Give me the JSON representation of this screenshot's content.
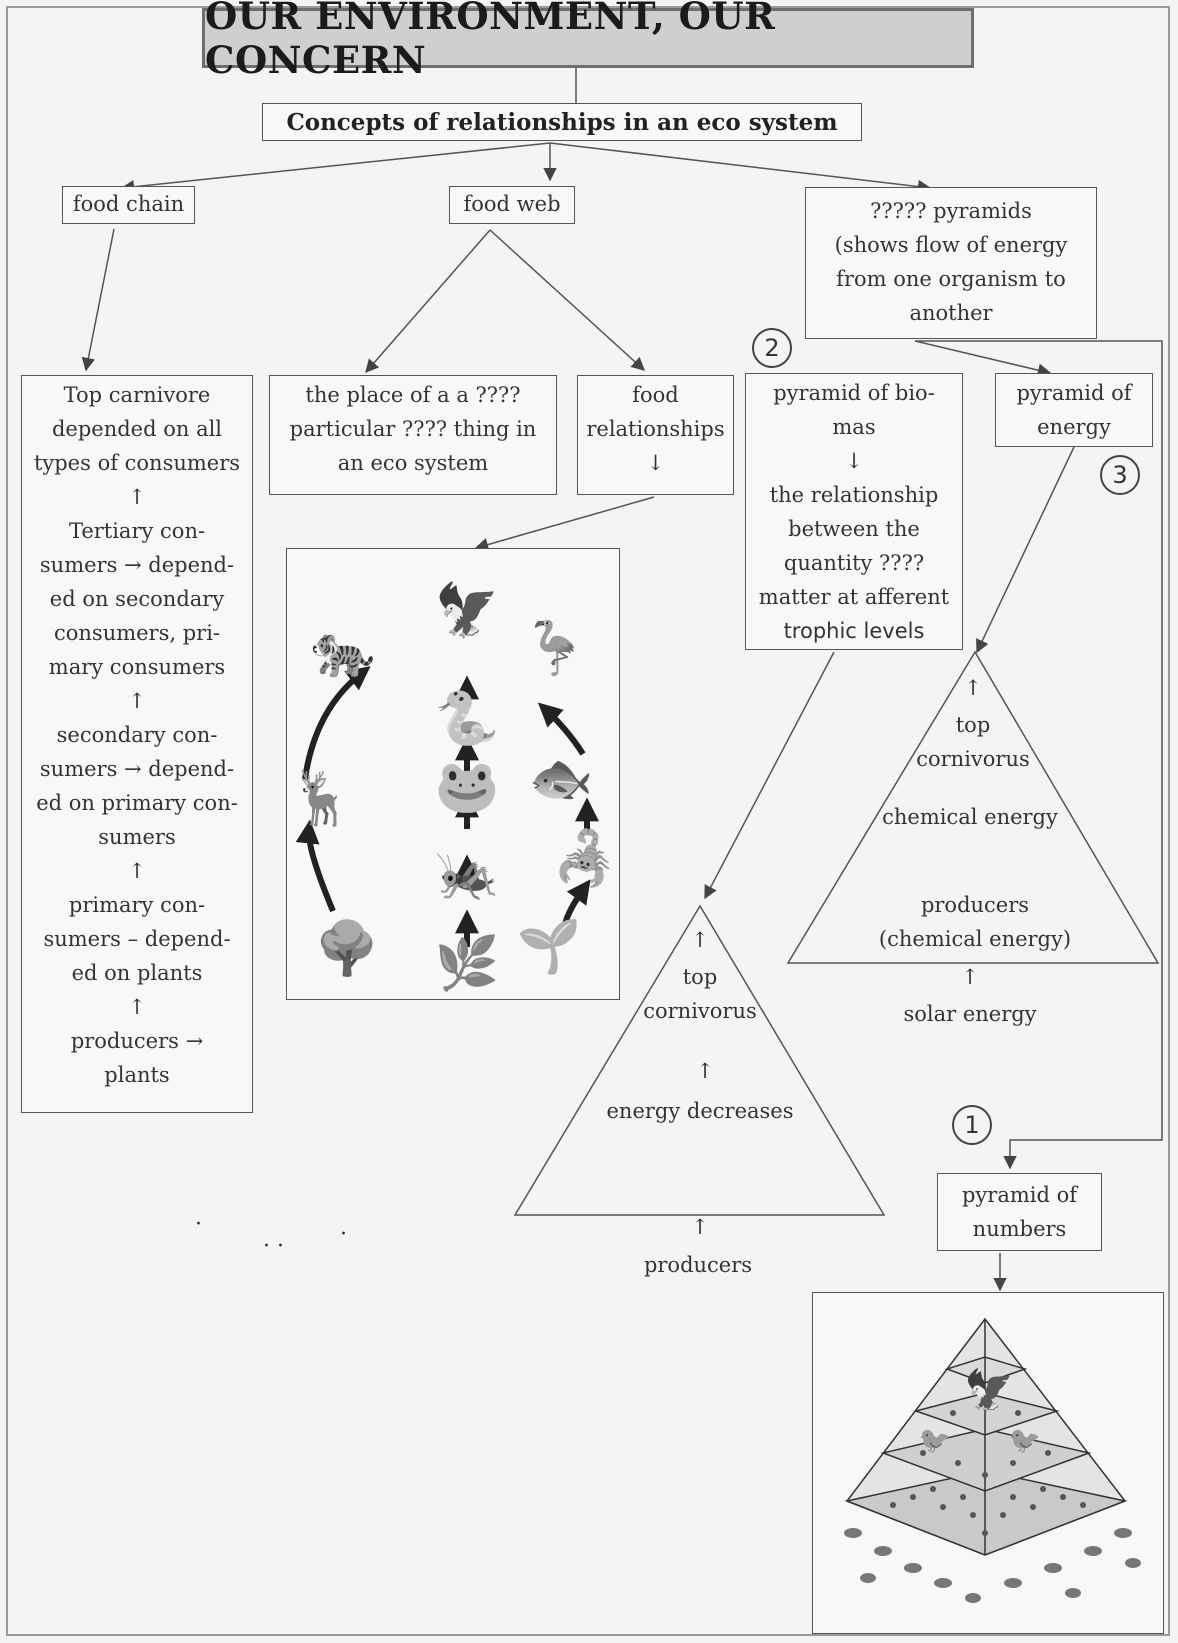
{
  "title": "OUR ENVIRONMENT, OUR CONCERN",
  "subtitle": "Concepts of relationships in an eco system",
  "branches": {
    "food_chain": "food chain",
    "food_web": "food web",
    "pyramids": [
      "????? pyramids",
      "(shows flow of energy",
      "from one organism  to",
      "another"
    ]
  },
  "food_chain_box": [
    "Top carnivore",
    "depended on all",
    "types of consumers",
    "↑",
    "Tertiary con-",
    "sumers → depend-",
    "ed on secondary",
    "consumers, pri-",
    "mary consumers",
    "↑",
    "secondary con-",
    "sumers → depend-",
    "ed on primary con-",
    "sumers",
    "↑",
    "primary con-",
    "sumers – depend-",
    "ed on plants",
    "↑",
    "producers →",
    "plants"
  ],
  "food_web_place": [
    "the place of a a ????",
    "particular ???? thing in",
    "an eco system"
  ],
  "food_web_relationships": [
    "food",
    "relationships",
    "↓"
  ],
  "pyramid_biomass": [
    "pyramid of bio-",
    "mas",
    "↓",
    "the relationship",
    "between the",
    "quantity ????",
    "matter at afferent",
    "trophic levels"
  ],
  "pyramid_energy": [
    "pyramid of",
    "energy"
  ],
  "pyramid_numbers": [
    "pyramid of",
    "numbers"
  ],
  "circle_numbers": [
    "2",
    "3",
    "1"
  ],
  "energy_triangle": {
    "arrow_top": "↑",
    "top_label": [
      "top",
      "cornivorus"
    ],
    "middle": "chemical energy",
    "bottom_label": [
      "producers",
      "(chemical energy)"
    ],
    "arrow_below": "↑",
    "below": "solar energy"
  },
  "biomass_triangle": {
    "arrow_top": "↑",
    "top_label": [
      "top",
      "cornivorus"
    ],
    "arrow_mid": "↑",
    "middle": "energy decreases",
    "arrow_below": "↑",
    "below": "producers"
  },
  "food_web_image": {
    "organisms": [
      "tiger-icon",
      "deer-icon",
      "trees-icon",
      "eagle-icon",
      "snake-icon",
      "frog-icon",
      "grasshopper-icon",
      "grass-icon",
      "heron-icon",
      "fish-icon",
      "scorpion-icon",
      "shrub-icon"
    ]
  },
  "pyramid_numbers_image": {
    "organisms": [
      "eagle-icon",
      "bird-icon",
      "insect-icon",
      "plant-icon"
    ]
  },
  "colors": {
    "title_fill": "#cfcfcd",
    "line": "#555555",
    "background": "#f4f4f2"
  }
}
